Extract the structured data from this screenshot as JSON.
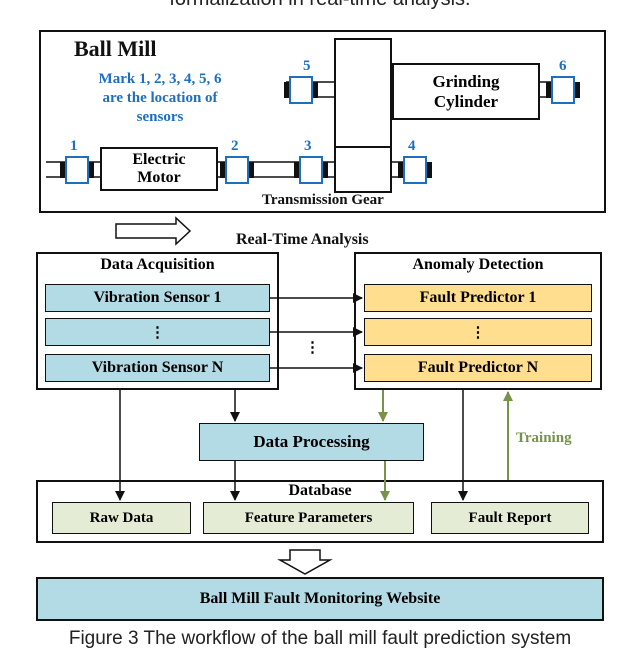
{
  "top_caption": "formalization in real-time analysis.",
  "ball_mill": {
    "title": "Ball Mill",
    "note_line1": "Mark 1, 2, 3, 4, 5, 6",
    "note_line2": "are the location of",
    "note_line3": "sensors",
    "grinding_line1": "Grinding",
    "grinding_line2": "Cylinder",
    "motor_line1": "Electric",
    "motor_line2": "Motor",
    "gear_label": "Transmission Gear",
    "sensor_numbers": [
      "1",
      "2",
      "3",
      "4",
      "5",
      "6"
    ]
  },
  "realtime_label": "Real-Time Analysis",
  "data_acquisition": {
    "title": "Data Acquisition",
    "sensor1": "Vibration Sensor 1",
    "ellipsis": "⋮",
    "sensorN": "Vibration Sensor N"
  },
  "middle_ellipsis": "⋮",
  "anomaly_detection": {
    "title": "Anomaly Detection",
    "predictor1": "Fault Predictor 1",
    "ellipsis": "⋮",
    "predictorN": "Fault Predictor N"
  },
  "data_processing": "Data Processing",
  "training_label": "Training",
  "database": {
    "title": "Database",
    "raw": "Raw Data",
    "features": "Feature Parameters",
    "report": "Fault Report"
  },
  "website": "Ball Mill Fault Monitoring Website",
  "figure_caption": "Figure 3 The workflow of the ball mill fault prediction system",
  "colors": {
    "sensor_blue": "#b3dbe6",
    "predictor_yellow": "#ffde8f",
    "database_green": "#e4ecd6",
    "training_arrow": "#77934a",
    "mark_blue": "#1f6fbf"
  }
}
